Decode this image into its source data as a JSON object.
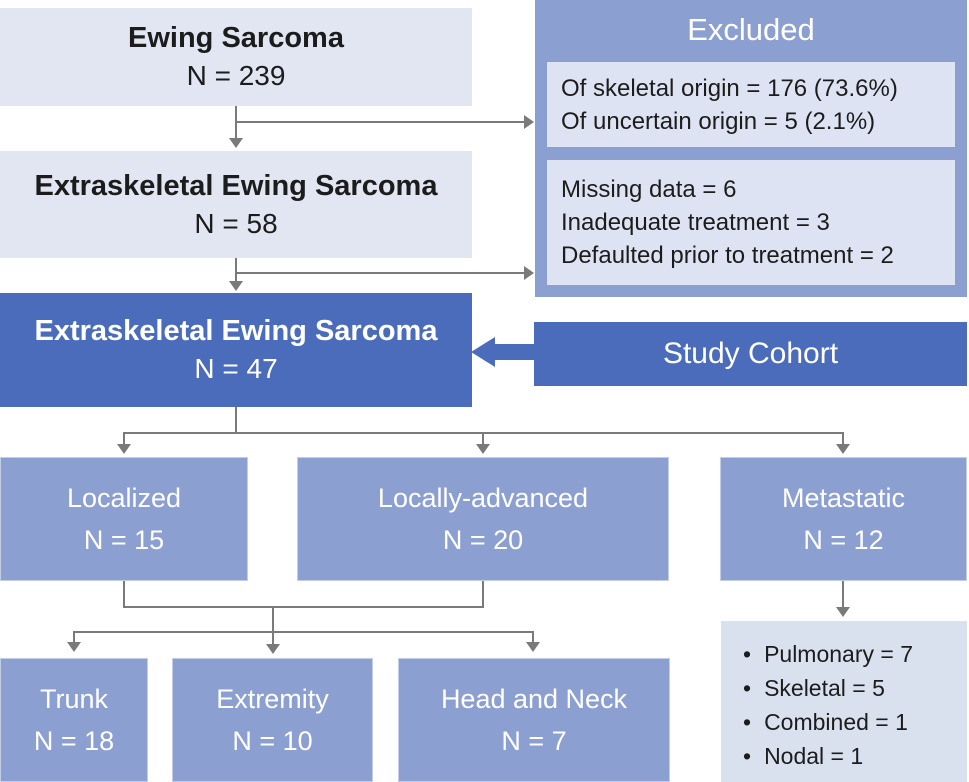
{
  "colors": {
    "lavender": "#e2e6f3",
    "panel_blue": "#8c9fd1",
    "dark_blue": "#4a6cbb",
    "inner_light": "#dde3f2",
    "bullet_bg": "#d9e1ef",
    "arrow_gray": "#7a7a7a",
    "text_dark": "#1c1c1c",
    "text_white": "#ffffff"
  },
  "boxes": {
    "ewing": {
      "title": "Ewing Sarcoma",
      "n": "N = 239"
    },
    "extraskeletal_58": {
      "title": "Extraskeletal Ewing Sarcoma",
      "n": "N = 58"
    },
    "extraskeletal_47": {
      "title": "Extraskeletal Ewing Sarcoma",
      "n": "N = 47"
    },
    "study_cohort_label": "Study Cohort",
    "excluded": {
      "title": "Excluded",
      "group1": [
        "Of skeletal origin = 176 (73.6%)",
        "Of uncertain origin = 5 (2.1%)"
      ],
      "group2": [
        "Missing data = 6",
        "Inadequate treatment = 3",
        "Defaulted prior to treatment = 2"
      ]
    },
    "localized": {
      "title": "Localized",
      "n": "N = 15"
    },
    "locally_advanced": {
      "title": "Locally-advanced",
      "n": "N = 20"
    },
    "metastatic": {
      "title": "Metastatic",
      "n": "N = 12"
    },
    "trunk": {
      "title": "Trunk",
      "n": "N = 18"
    },
    "extremity": {
      "title": "Extremity",
      "n": "N = 10"
    },
    "head_and_neck": {
      "title": "Head and Neck",
      "n": "N = 7"
    },
    "metastatic_sites": [
      "Pulmonary = 7",
      "Skeletal = 5",
      "Combined = 1",
      "Nodal = 1"
    ]
  }
}
